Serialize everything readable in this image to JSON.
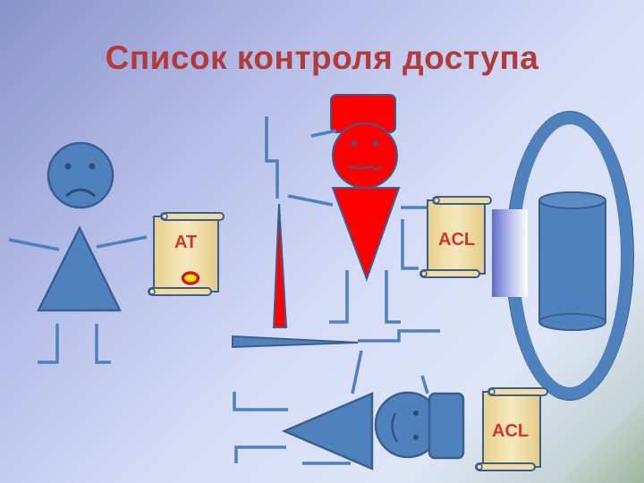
{
  "slide": {
    "title": "Список контроля доступа"
  },
  "labels": {
    "token_scroll": "AT",
    "acl_scroll_top": "ACL",
    "acl_scroll_bottom": "ACL"
  },
  "colors": {
    "title": "#b23a3a",
    "figure_blue": "#4f81bd",
    "outline_blue": "#3a5f8f",
    "guard_red": "#ff0000",
    "scroll_paper": "#f3dfa6",
    "scroll_text": "#d4342b"
  },
  "icons": {
    "user": "sad-stick-figure",
    "guard": "red-hat-guard",
    "intruder": "fallen-stick-figure",
    "resource": "cylinder-in-ring"
  }
}
